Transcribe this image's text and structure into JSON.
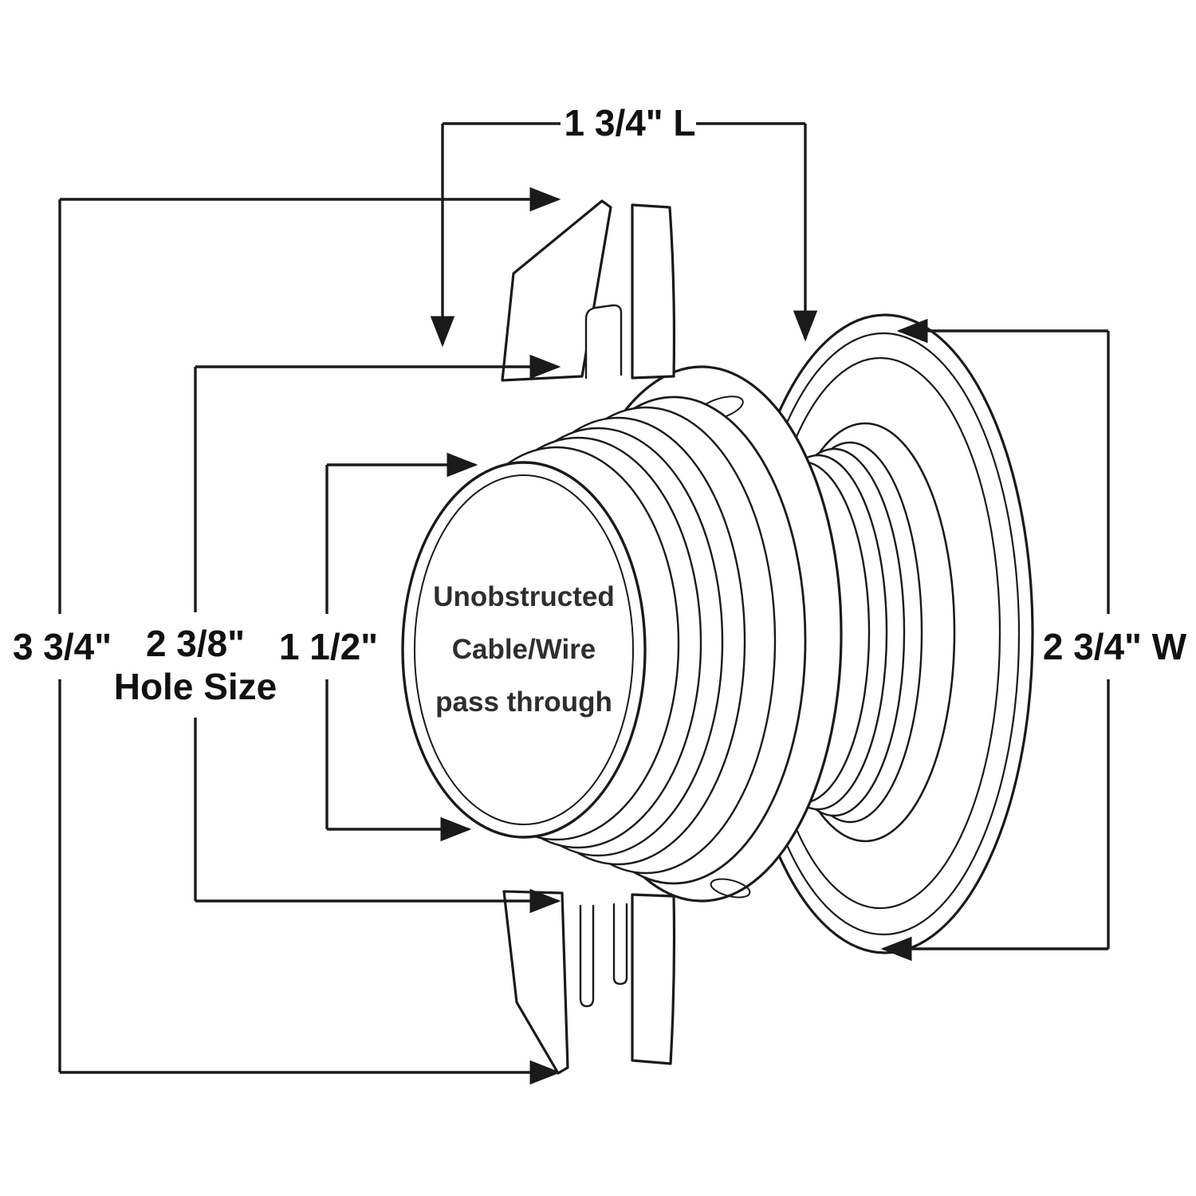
{
  "diagram": {
    "type": "technical-dimension-drawing",
    "subject": "recessed-cable-pass-through-grommet-side-view",
    "ink_color": "#1a1a1a",
    "background_color": "#ffffff",
    "dimension_labels": {
      "top_length": "1 3/4\" L",
      "left_overall_depth": "3 3/4\"",
      "hole_size_value": "2 3/8\"",
      "hole_size_caption": "Hole Size",
      "inner_opening": "1 1/2\"",
      "right_width": "2 3/4\" W"
    },
    "center_label": {
      "line1": "Unobstructed",
      "line2": "Cable/Wire",
      "line3": "pass through"
    }
  }
}
